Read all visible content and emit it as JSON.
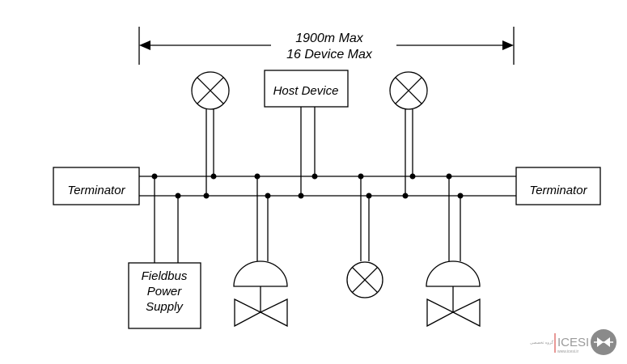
{
  "range": {
    "line1": "1900m Max",
    "line2": "16 Device Max"
  },
  "host_device": "Host Device",
  "terminator_left": "Terminator",
  "terminator_right": "Terminator",
  "power_supply": {
    "line1": "Fieldbus",
    "line2": "Power",
    "line3": "Supply"
  },
  "logo": {
    "brand": "ICESI",
    "tagline": "گروه تخصصی",
    "url": "www.icesi.ir"
  },
  "icons": [
    "indicator-lamp-icon",
    "control-valve-icon",
    "arrow-left-icon",
    "arrow-right-icon",
    "icesi-logo-icon"
  ],
  "colors": {
    "line": "#000000",
    "background": "#ffffff",
    "logo_gray": "#9a9a9a",
    "logo_red": "#d9534f"
  }
}
